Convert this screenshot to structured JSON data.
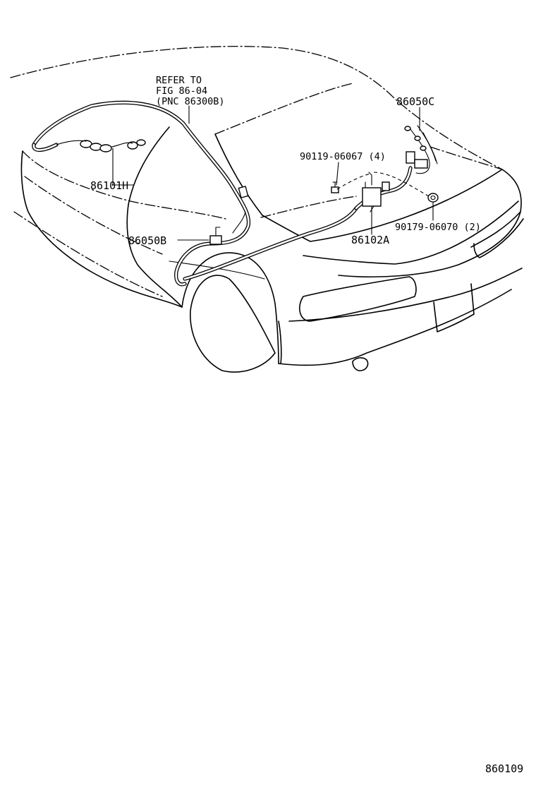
{
  "refer_note": {
    "line1": "REFER TO",
    "line2": "FIG 86-04",
    "line3": "(PNC 86300B)"
  },
  "callouts": {
    "p86050C": "86050C",
    "p90119": "90119-06067 (4)",
    "p86101H": "86101H",
    "p86050B": "86050B",
    "p86102A": "86102A",
    "p90179": "90179-06070 (2)"
  },
  "figure_number": "860109"
}
